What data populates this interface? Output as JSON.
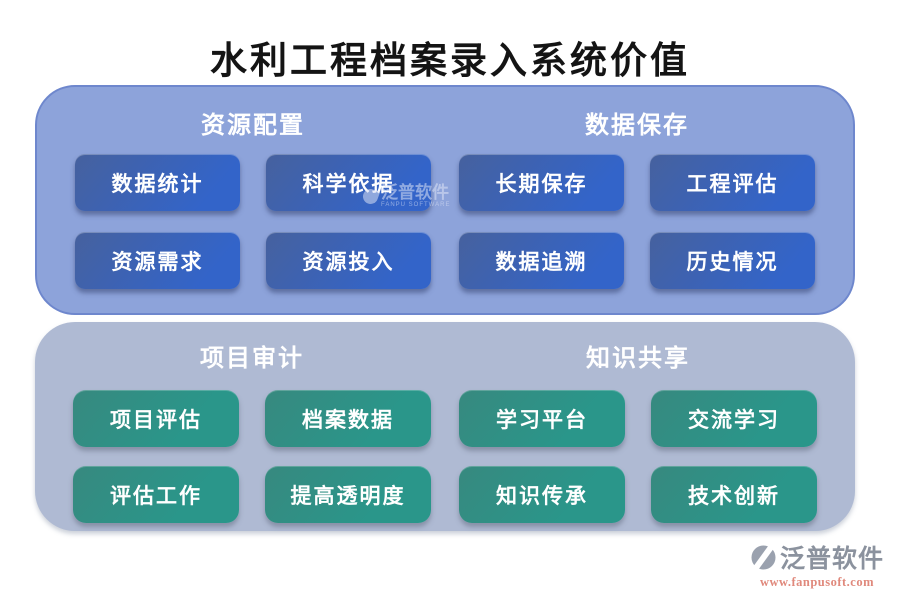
{
  "title": "水利工程档案录入系统价值",
  "panels": [
    {
      "id": "top",
      "theme": "blue",
      "sections": [
        {
          "header": "资源配置",
          "buttons": [
            "数据统计",
            "科学依据",
            "资源需求",
            "资源投入"
          ]
        },
        {
          "header": "数据保存",
          "buttons": [
            "长期保存",
            "工程评估",
            "数据追溯",
            "历史情况"
          ]
        }
      ]
    },
    {
      "id": "bottom",
      "theme": "green",
      "sections": [
        {
          "header": "项目审计",
          "buttons": [
            "项目评估",
            "档案数据",
            "评估工作",
            "提高透明度"
          ]
        },
        {
          "header": "知识共享",
          "buttons": [
            "学习平台",
            "交流学习",
            "知识传承",
            "技术创新"
          ]
        }
      ]
    }
  ],
  "watermark": {
    "text": "泛普软件",
    "subtext": "FANPU SOFTWARE"
  },
  "logo": {
    "name": "泛普软件",
    "url": "www.fanpusoft.com"
  },
  "colors": {
    "title_color": "#141414",
    "panel_top_bg": "#8da3da",
    "panel_top_border": "#6e87cd",
    "panel_bottom_bg": "#afbad3",
    "btn_blue_dark": "#46619e",
    "btn_blue_light": "#3364c9",
    "btn_green_dark": "#37897f",
    "btn_green_light": "#2a968a",
    "logo_text_color": "#8b929e",
    "logo_url_color": "#e0897c"
  }
}
